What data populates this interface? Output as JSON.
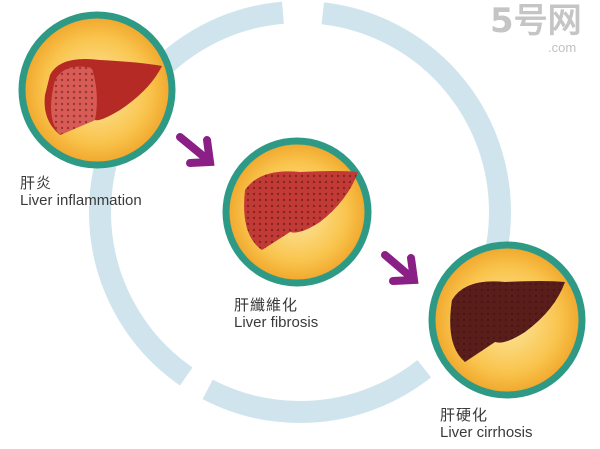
{
  "stages": [
    {
      "zh": "肝炎",
      "en": "Liver inflammation",
      "liver_color": "#b52a24"
    },
    {
      "zh": "肝纖維化",
      "en": "Liver fibrosis",
      "liver_color": "#b83030"
    },
    {
      "zh": "肝硬化",
      "en": "Liver cirrhosis",
      "liver_color": "#5a1e1a"
    }
  ],
  "colors": {
    "ring": "#2e9a86",
    "disc": "#f7b634",
    "cycle": "#cfe4ec",
    "arrow": "#8a1f86"
  },
  "watermark": {
    "brand": "5号网",
    "suffix": ".com"
  }
}
